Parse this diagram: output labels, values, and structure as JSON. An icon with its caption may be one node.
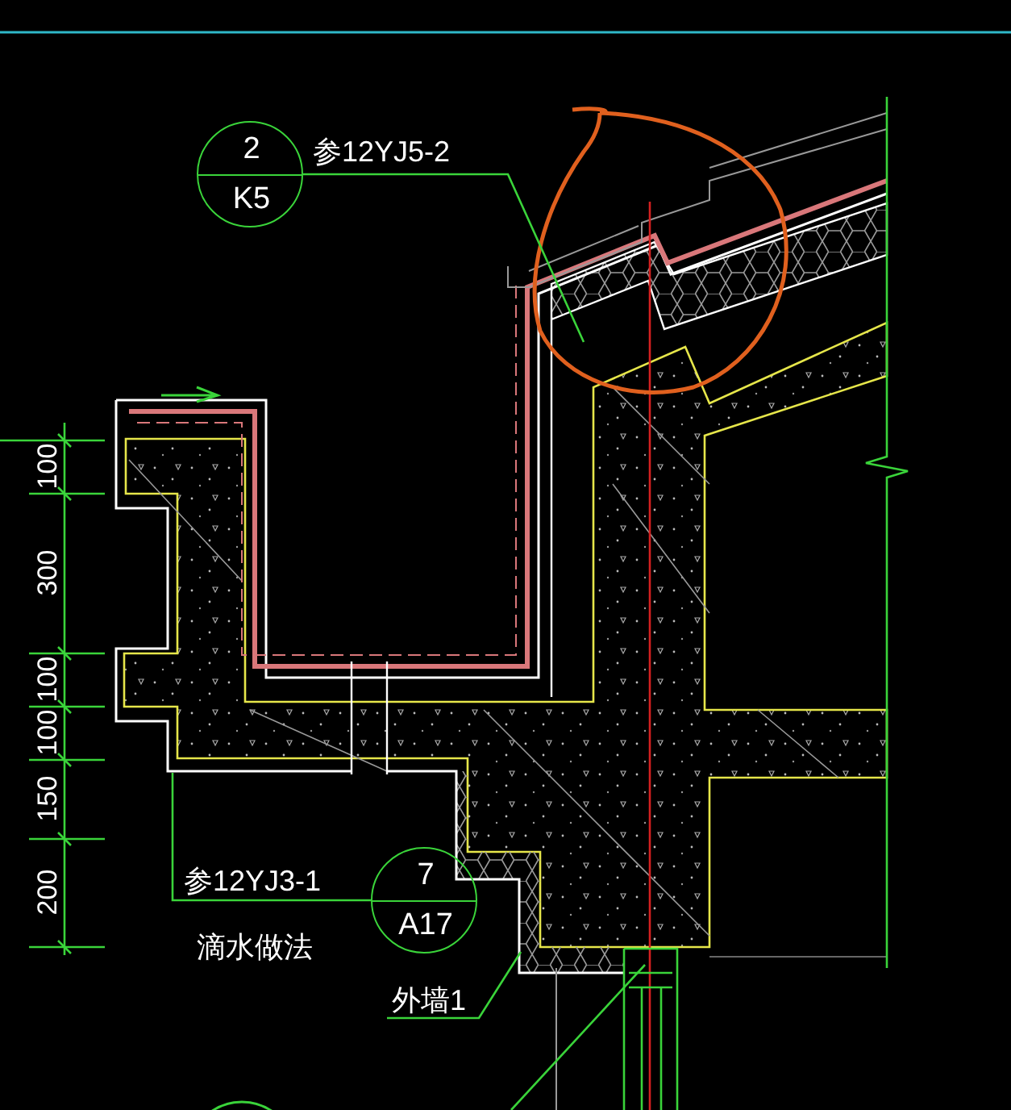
{
  "diagram": {
    "nodes": [
      {
        "text": [
          "2",
          "K5"
        ],
        "beside": [
          "参12YJ5-2"
        ]
      },
      {
        "text": [
          "7",
          "A17"
        ],
        "beside": [
          "参12YJ3-1"
        ]
      },
      {
        "text": [
          "外墙1"
        ]
      }
    ],
    "edges": [
      {
        "from": 0,
        "to": null,
        "arrow": "none"
      },
      {
        "from": 1,
        "to": null,
        "arrow": "none"
      },
      {
        "from": 2,
        "to": null,
        "arrow": "none"
      }
    ],
    "labels": [
      "100",
      "300",
      "100",
      "100",
      "150",
      "200",
      "滴水做法"
    ]
  }
}
